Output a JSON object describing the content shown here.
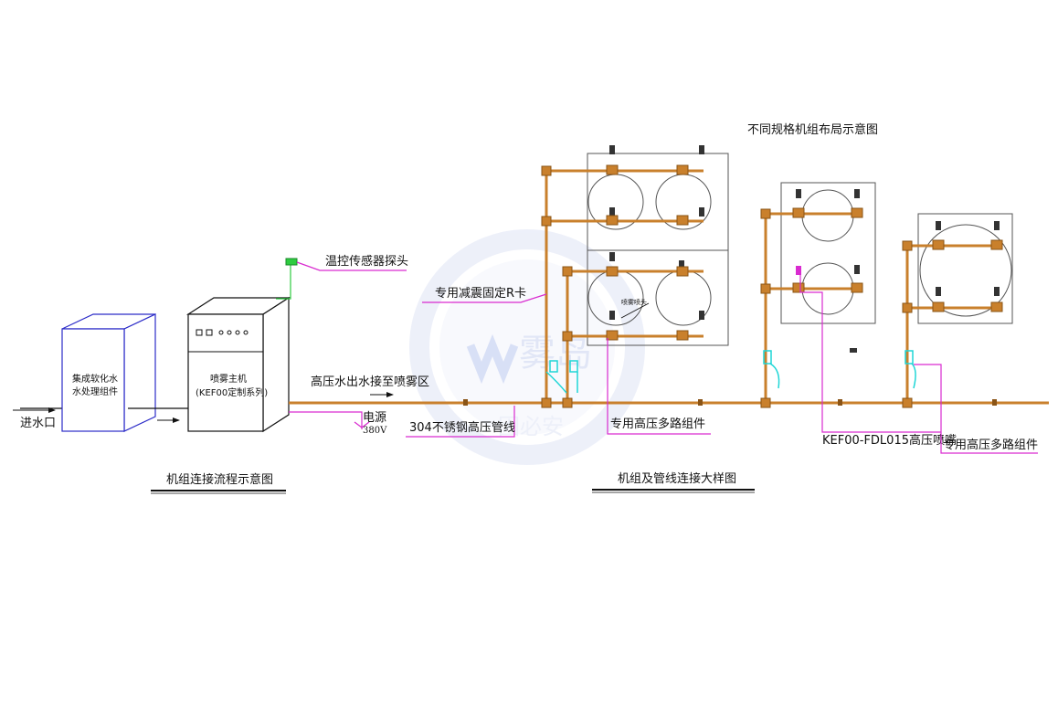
{
  "labels": {
    "inlet": "进水口",
    "softener_line1": "集成软化水",
    "softener_line2": "水处理组件",
    "host_line1": "喷雾主机",
    "host_line2": "(KEF00定制系列)",
    "temp_sensor": "温控传感器探头",
    "hp_outlet": "高压水出水接至喷雾区",
    "power": "电源",
    "voltage": "380V",
    "pipeline": "304不锈钢高压管线",
    "r_clip": "专用减震固定R卡",
    "manifold_a": "专用高压多路组件",
    "nozzle_model": "KEF00-FDL015高压喷嘴",
    "manifold_b": "专用高压多路组件",
    "nozzle_small": "喷雾喷头",
    "layout_title": "不同规格机组布局示意图",
    "caption_flow": "机组连接流程示意图",
    "caption_detail": "机组及管线连接大样图",
    "watermark_brand": "雾岛",
    "watermark_arc": "因必安"
  },
  "colors": {
    "pipe": "#c9802c",
    "pipe_dark": "#8a5416",
    "callout": "#d92bd0",
    "box_blue": "#2c2cc8",
    "sensor_green": "#2ecc40",
    "valve_cyan": "#1fd6d6",
    "watermark": "#e6e9f7"
  }
}
